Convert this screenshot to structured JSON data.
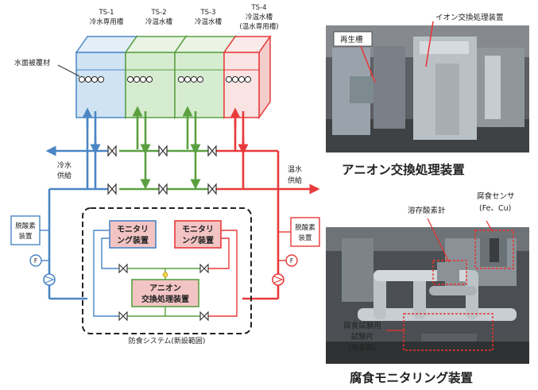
{
  "tanks": [
    {
      "id": "TS-1",
      "name": "冷水専用槽",
      "name2": ""
    },
    {
      "id": "TS-2",
      "name": "冷温水槽",
      "name2": ""
    },
    {
      "id": "TS-3",
      "name": "冷温水槽",
      "name2": ""
    },
    {
      "id": "TS-4",
      "name": "冷温水槽",
      "name2": "(温水専用槽)"
    }
  ],
  "labels": {
    "cover": "水面被覆材",
    "cold_supply_1": "冷水",
    "cold_supply_2": "供給",
    "hot_supply_1": "温水",
    "hot_supply_2": "供給",
    "deox_left_1": "脱酸素",
    "deox_left_2": "装置",
    "deox_right_1": "脱酸素",
    "deox_right_2": "装置",
    "flow_left": "F",
    "flow_right": "F",
    "monitor_left_1": "モニタリ",
    "monitor_left_2": "ング装置",
    "monitor_right_1": "モニタリ",
    "monitor_right_2": "ング装置",
    "anion_1": "アニオン",
    "anion_2": "交換処理装置",
    "system": "防食システム(新設範囲)"
  },
  "photo_top": {
    "label_regen": "再生槽",
    "label_ion": "イオン交換処理装置",
    "caption": "アニオン交換処理装置"
  },
  "photo_bottom": {
    "label_do": "溶存酸素計",
    "label_sensor_1": "腐食センサ",
    "label_sensor_2": "(Fe、Cu)",
    "label_coupon_1": "腐食試験用",
    "label_coupon_2": "試験片",
    "label_coupon_3": "(炭素鋼)",
    "caption": "腐食モニタリング装置"
  },
  "colors": {
    "cold": "#4a86c5",
    "green": "#5aa040",
    "hot": "#e83a3a",
    "cold_fill": "#cfe3f2",
    "green_fill": "#d6ecd0",
    "hot_fill": "#f9e3e3",
    "monitor_fill": "#f3c4c4",
    "anion_fill": "#f3c4c4"
  }
}
